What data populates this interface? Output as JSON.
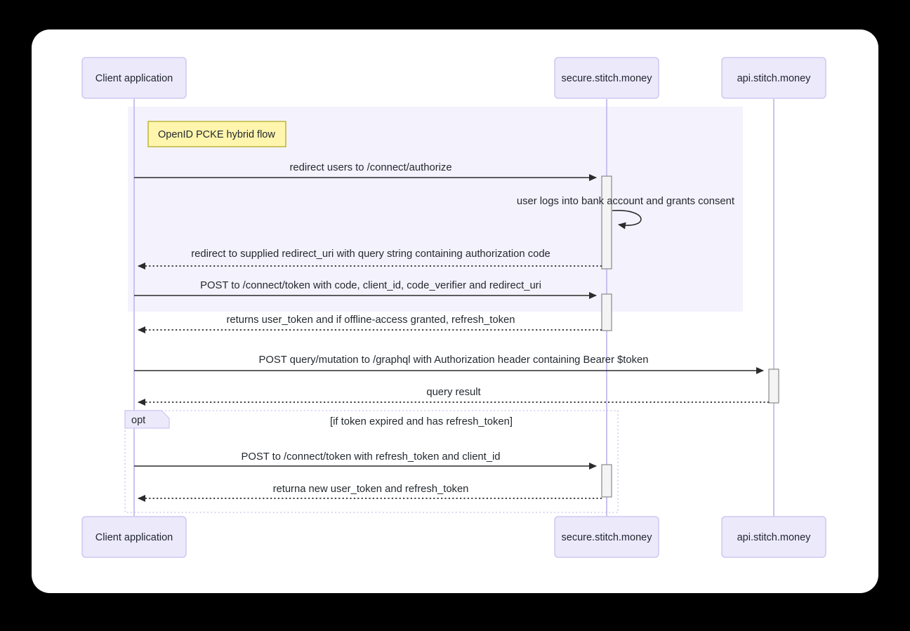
{
  "diagram": {
    "kind": "sequence-diagram",
    "title": "OpenID PCKE hybrid flow",
    "colors": {
      "page_background": "#000000",
      "card_background": "#ffffff",
      "participant_fill": "#ece9fb",
      "participant_stroke": "#cfc8f2",
      "lifeline_stroke": "#c9c2ee",
      "group_fill": "#f4f2fd",
      "group_stroke": "#d9d3f5",
      "note_fill": "#fff5ad",
      "note_stroke": "#bcb63d",
      "activation_fill": "#f4f4f4",
      "activation_stroke": "#8a8a8a",
      "arrow_stroke": "#333333",
      "fragment_stroke": "#cdc6f0",
      "fragment_tag_fill": "#ece9fb",
      "text": "#24292e"
    },
    "participants": [
      {
        "id": "client",
        "label": "Client application"
      },
      {
        "id": "secure",
        "label": "secure.stitch.money"
      },
      {
        "id": "api",
        "label": "api.stitch.money"
      }
    ],
    "notes": [
      {
        "id": "note-openid",
        "text": "OpenID PCKE hybrid flow"
      }
    ],
    "fragments": [
      {
        "id": "fragment-opt",
        "tag": "opt",
        "condition": "[if token expired and has refresh_token]"
      }
    ],
    "messages": [
      {
        "id": "msg-1",
        "text": "redirect users to /connect/authorize",
        "from": "client",
        "to": "secure",
        "style": "solid",
        "direction": "right"
      },
      {
        "id": "msg-2",
        "text": "user logs into bank account and grants consent",
        "from": "secure",
        "to": "secure",
        "style": "solid",
        "direction": "self"
      },
      {
        "id": "msg-3",
        "text": "redirect to supplied redirect_uri with query string containing authorization code",
        "from": "secure",
        "to": "client",
        "style": "dotted",
        "direction": "left"
      },
      {
        "id": "msg-4",
        "text": "POST to /connect/token with code, client_id, code_verifier and redirect_uri",
        "from": "client",
        "to": "secure",
        "style": "solid",
        "direction": "right"
      },
      {
        "id": "msg-5",
        "text": "returns user_token and if offline-access granted, refresh_token",
        "from": "secure",
        "to": "client",
        "style": "dotted",
        "direction": "left"
      },
      {
        "id": "msg-6",
        "text": "POST query/mutation to /graphql with Authorization header containing Bearer $token",
        "from": "client",
        "to": "api",
        "style": "solid",
        "direction": "right"
      },
      {
        "id": "msg-7",
        "text": "query result",
        "from": "api",
        "to": "client",
        "style": "dotted",
        "direction": "left"
      },
      {
        "id": "msg-8",
        "text": "POST to /connect/token with refresh_token and client_id",
        "from": "client",
        "to": "secure",
        "style": "solid",
        "direction": "right"
      },
      {
        "id": "msg-9",
        "text": "returna new user_token and refresh_token",
        "from": "secure",
        "to": "client",
        "style": "dotted",
        "direction": "left"
      }
    ]
  }
}
